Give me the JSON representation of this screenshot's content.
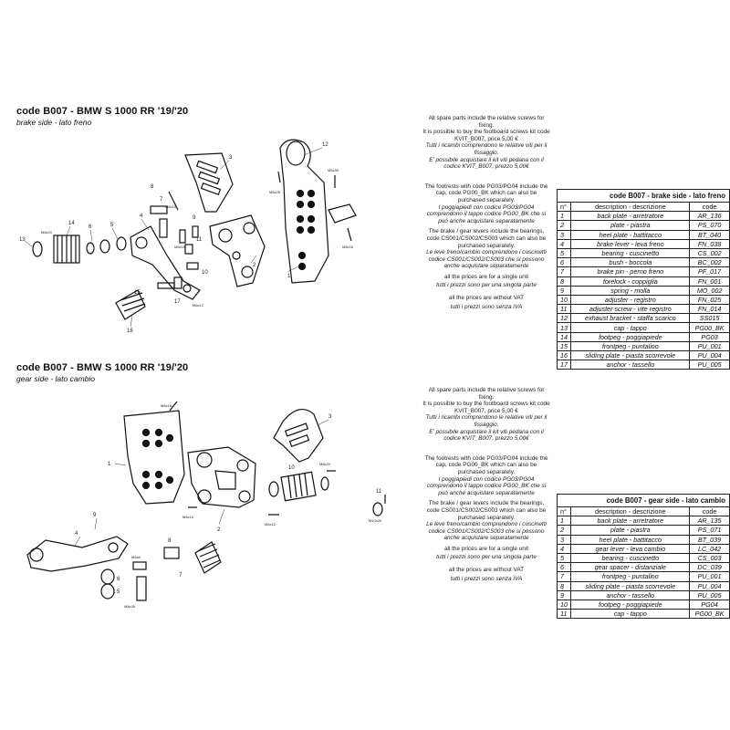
{
  "brake": {
    "title": "code B007 - BMW S 1000 RR '19/'20",
    "subtitle": "brake side - lato freno",
    "table_title": "code B007 - brake side - lato freno",
    "headers": [
      "n°",
      "description - descrizione",
      "code"
    ],
    "rows": [
      [
        "1",
        "back plate - arretratore",
        "AR_136"
      ],
      [
        "2",
        "plate - piastra",
        "PS_070"
      ],
      [
        "3",
        "heel plate - battitacco",
        "BT_040"
      ],
      [
        "4",
        "brake lever - leva freno",
        "FN_038"
      ],
      [
        "5",
        "bearing - cuscinetto",
        "CS_002"
      ],
      [
        "6",
        "bush - boccola",
        "BC_002"
      ],
      [
        "7",
        "brake pin - perno freno",
        "PF_017"
      ],
      [
        "8",
        "forelock - coppiglia",
        "FN_001"
      ],
      [
        "9",
        "spring - molla",
        "MO_002"
      ],
      [
        "10",
        "adjuster - registro",
        "FN_025"
      ],
      [
        "11",
        "adjuster screw - vite registro",
        "FN_014"
      ],
      [
        "12",
        "exhaust bracket - staffa scarico",
        "SS015"
      ],
      [
        "13",
        "cap - tappo",
        "PG00_BK"
      ],
      [
        "14",
        "footpeg - poggiapiede",
        "PG03"
      ],
      [
        "15",
        "frontpeg - puntalino",
        "PU_001"
      ],
      [
        "16",
        "sliding plate - piasta scorrevole",
        "PU_004"
      ],
      [
        "17",
        "anchor - tassello",
        "PU_005"
      ]
    ]
  },
  "gear": {
    "title": "code B007 - BMW S 1000 RR '19/'20",
    "subtitle": "gear side - lato cambio",
    "table_title": "code B007 - gear side - lato cambio",
    "headers": [
      "n°",
      "description - descrizione",
      "code"
    ],
    "rows": [
      [
        "1",
        "back plate - arretratore",
        "AR_135"
      ],
      [
        "2",
        "plate - piastra",
        "PS_071"
      ],
      [
        "3",
        "heel plate - battitacco",
        "BT_039"
      ],
      [
        "4",
        "gear lever - leva cambio",
        "LC_042"
      ],
      [
        "5",
        "bearing - cuscinetto",
        "CS_003"
      ],
      [
        "6",
        "gear spacer - distanziale",
        "DC_039"
      ],
      [
        "7",
        "frontpeg - puntalino",
        "PU_001"
      ],
      [
        "8",
        "sliding plate - piasta scorrevole",
        "PU_004"
      ],
      [
        "9",
        "anchor - tassello",
        "PU_005"
      ],
      [
        "10",
        "footpeg - poggiapiede",
        "PG04"
      ],
      [
        "11",
        "cap - tappo",
        "PG00_BK"
      ]
    ]
  },
  "notes": {
    "n1": "All spare parts include the relative screws for fixing.",
    "n2": "It is possible to buy the footboard screws kit code KVIT_B007, price 5,00 €",
    "n3": "Tutti i ricambi comprendono le relative viti per il fissaggio.",
    "n4": "E' possibile acquistare il kit viti pedana con il codice KVIT_B007, prezzo 5,00€",
    "n5": "The footrests with code PG03/PG04 include the cap, code PG00_BK which can also be purchased separately.",
    "n6": "I poggiapiedi con codice PG03/PG04 comprendono il tappo codice PG00_BK che si può anche acquistare separatamente",
    "n7": "The brake / gear levers include the bearings, code CS001/CS002/CS003 which can also be purchased separately.",
    "n8": "Le leve freno/cambio comprendono i cuscinetti codice CS001/CS002/CS003 che si possono anche acquistare separatamente",
    "n9": "all the prices are for a single unit",
    "n10": "tutti i prezzi sono per una singola parte",
    "n11": "all the prices are without VAT",
    "n12": "tutti i prezzi sono senza IVA"
  },
  "labels": {
    "brake": [
      "1",
      "2",
      "3",
      "4",
      "5",
      "6",
      "7",
      "8",
      "9",
      "10",
      "11",
      "12",
      "13",
      "14",
      "15",
      "16",
      "17"
    ],
    "gear": [
      "1",
      "2",
      "3",
      "4",
      "5",
      "6",
      "7",
      "8",
      "9",
      "10",
      "11"
    ],
    "screws": [
      "M6x10",
      "M6x25",
      "M6x30",
      "M8x16",
      "M8x20",
      "M6x16",
      "M6x12",
      "M8x35",
      "M6x8",
      "M10x20"
    ]
  }
}
